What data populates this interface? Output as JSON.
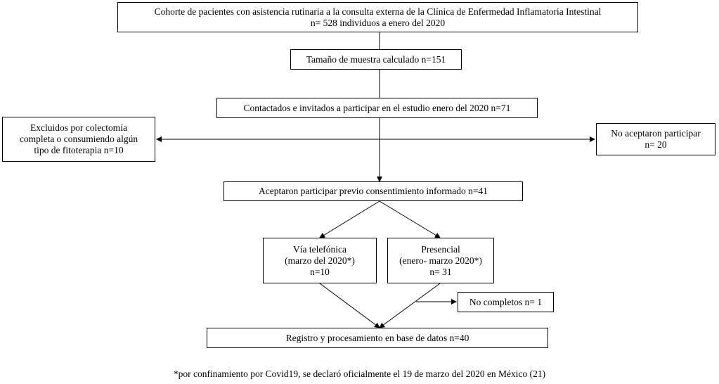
{
  "diagram": {
    "cohort": {
      "line1": "Cohorte de pacientes con asistencia rutinaria a la consulta externa de la Clínica de Enfermedad Inflamatoria Intestinal",
      "line2": "n= 528 individuos a enero del 2020"
    },
    "sample": {
      "line1": "Tamaño de muestra calculado n=151"
    },
    "contacted": {
      "line1": "Contactados e invitados a participar en el estudio enero del 2020 n=71"
    },
    "excluded": {
      "line1": "Excluidos por colectomía",
      "line2": "completa o consumiendo algún",
      "line3": "tipo de fitoterapia n=10"
    },
    "declined": {
      "line1": "No aceptaron participar",
      "line2": "n= 20"
    },
    "accepted": {
      "line1": "Aceptaron participar previo consentimiento informado n=41"
    },
    "phone": {
      "line1": "Vía telefónica",
      "line2": "(marzo del 2020*)",
      "line3": "n=10"
    },
    "inperson": {
      "line1": "Presencial",
      "line2": "(enero- marzo 2020*)",
      "line3": "n= 31"
    },
    "incomplete": {
      "line1": "No completos n= 1"
    },
    "registry": {
      "line1": "Registro y procesamiento en base de datos n=40"
    },
    "footnote": "*por confinamiento por Covid19, se declaró oficialmente el 19 de marzo del 2020 en México (21)"
  },
  "colors": {
    "line": "#000000",
    "box_border": "#000000",
    "background": "#ffffff"
  }
}
